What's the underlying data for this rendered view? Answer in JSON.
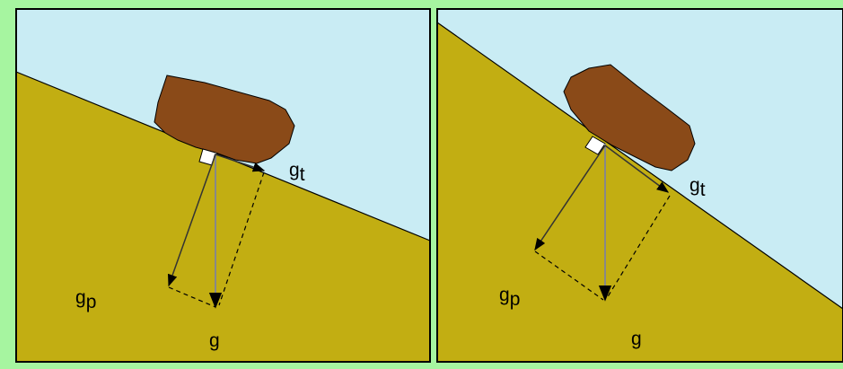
{
  "colors": {
    "page_background": "#a6f5a0",
    "sky": "#c9ecf4",
    "ground": "#c2ae12",
    "boulder": "#8a4a18",
    "frame": "#000000",
    "vector_line": "#333333",
    "gravity_line": "#888888"
  },
  "labels": {
    "g_tangential": "g",
    "g_tangential_sub": "t",
    "g_perpendicular": "g",
    "g_perpendicular_sub": "p",
    "g_total": "g"
  }
}
